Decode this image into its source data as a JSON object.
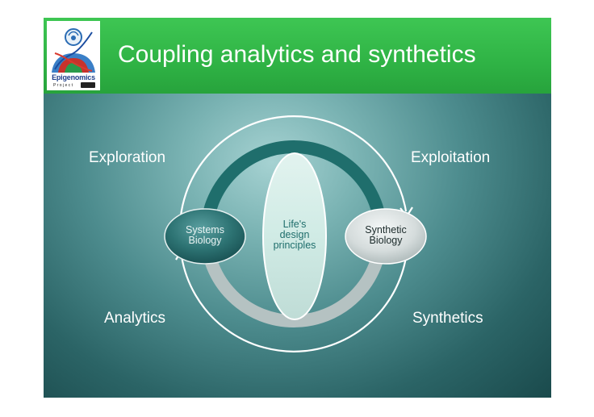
{
  "header": {
    "title": "Coupling analytics and synthetics",
    "logo": {
      "word": "Epigenomics",
      "sub": "Project",
      "icon": "epigenomics-logo-icon"
    }
  },
  "diagram": {
    "corners": {
      "top_left": "Exploration",
      "top_right": "Exploitation",
      "bottom_left": "Analytics",
      "bottom_right": "Synthetics"
    },
    "nodes": {
      "left": {
        "line1": "Systems",
        "line2": "Biology"
      },
      "center": {
        "line1": "Life's",
        "line2": "design",
        "line3": "principles"
      },
      "right": {
        "line1": "Synthetic",
        "line2": "Biology"
      }
    },
    "colors": {
      "header_green": "#2fb345",
      "upper_arc": "#1f6e6c",
      "lower_arc": "#b5c2c2",
      "left_node": "#2d7373",
      "right_node": "#d5dcdc",
      "center_node": "#d3ebe6"
    }
  }
}
